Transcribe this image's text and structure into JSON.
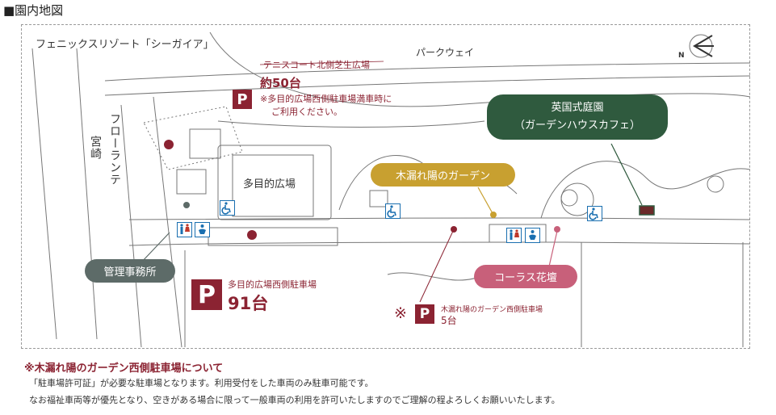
{
  "heading": "■園内地図",
  "resort_name": "フェニックスリゾート「シーガイア」",
  "road_park_way": "パークウェイ",
  "road_florante": "フローランテ",
  "road_miyazaki": "宮崎",
  "tennis_label": "テニスコート北側芝生広場",
  "tennis_capacity": "約50台",
  "tennis_note_1": "※多目的広場西側駐車場満車時に",
  "tennis_note_2": "ご利用ください。",
  "multi_plaza": "多目的広場",
  "garden_name_1": "英国式庭園",
  "garden_name_2": "（ガーデンハウスカフェ）",
  "komorebi_garden": "木漏れ陽のガーデン",
  "office": "管理事務所",
  "chorus_bed": "コーラス花壇",
  "west_parking_label": "多目的広場西側駐車場",
  "west_parking_capacity": "91台",
  "komorebi_parking_label": "木漏れ陽のガーデン西側駐車場",
  "komorebi_parking_capacity": "5台",
  "komorebi_parking_mark": "※",
  "parking_letter": "P",
  "north_letter": "N",
  "note_title": "※木漏れ陽のガーデン西側駐車場について",
  "note_line_1": "「駐車場許可証」が必要な駐車場となります。利用受付をした車両のみ駐車可能です。",
  "note_line_2": "なお福祉車両等が優先となり、空きがある場合に限って一般車両の利用を許可いたしますのでご理解の程よろしくお願いいたします。",
  "colors": {
    "parking_red": "#8b2332",
    "garden_green": "#2f5a3e",
    "komorebi_gold": "#c8a030",
    "office_gray": "#5d6b68",
    "chorus_pink": "#c8607a",
    "icon_blue": "#1a6fb0"
  },
  "icons": [
    "north-arrow-icon",
    "wheelchair-icon",
    "restroom-icon",
    "baby-icon"
  ]
}
